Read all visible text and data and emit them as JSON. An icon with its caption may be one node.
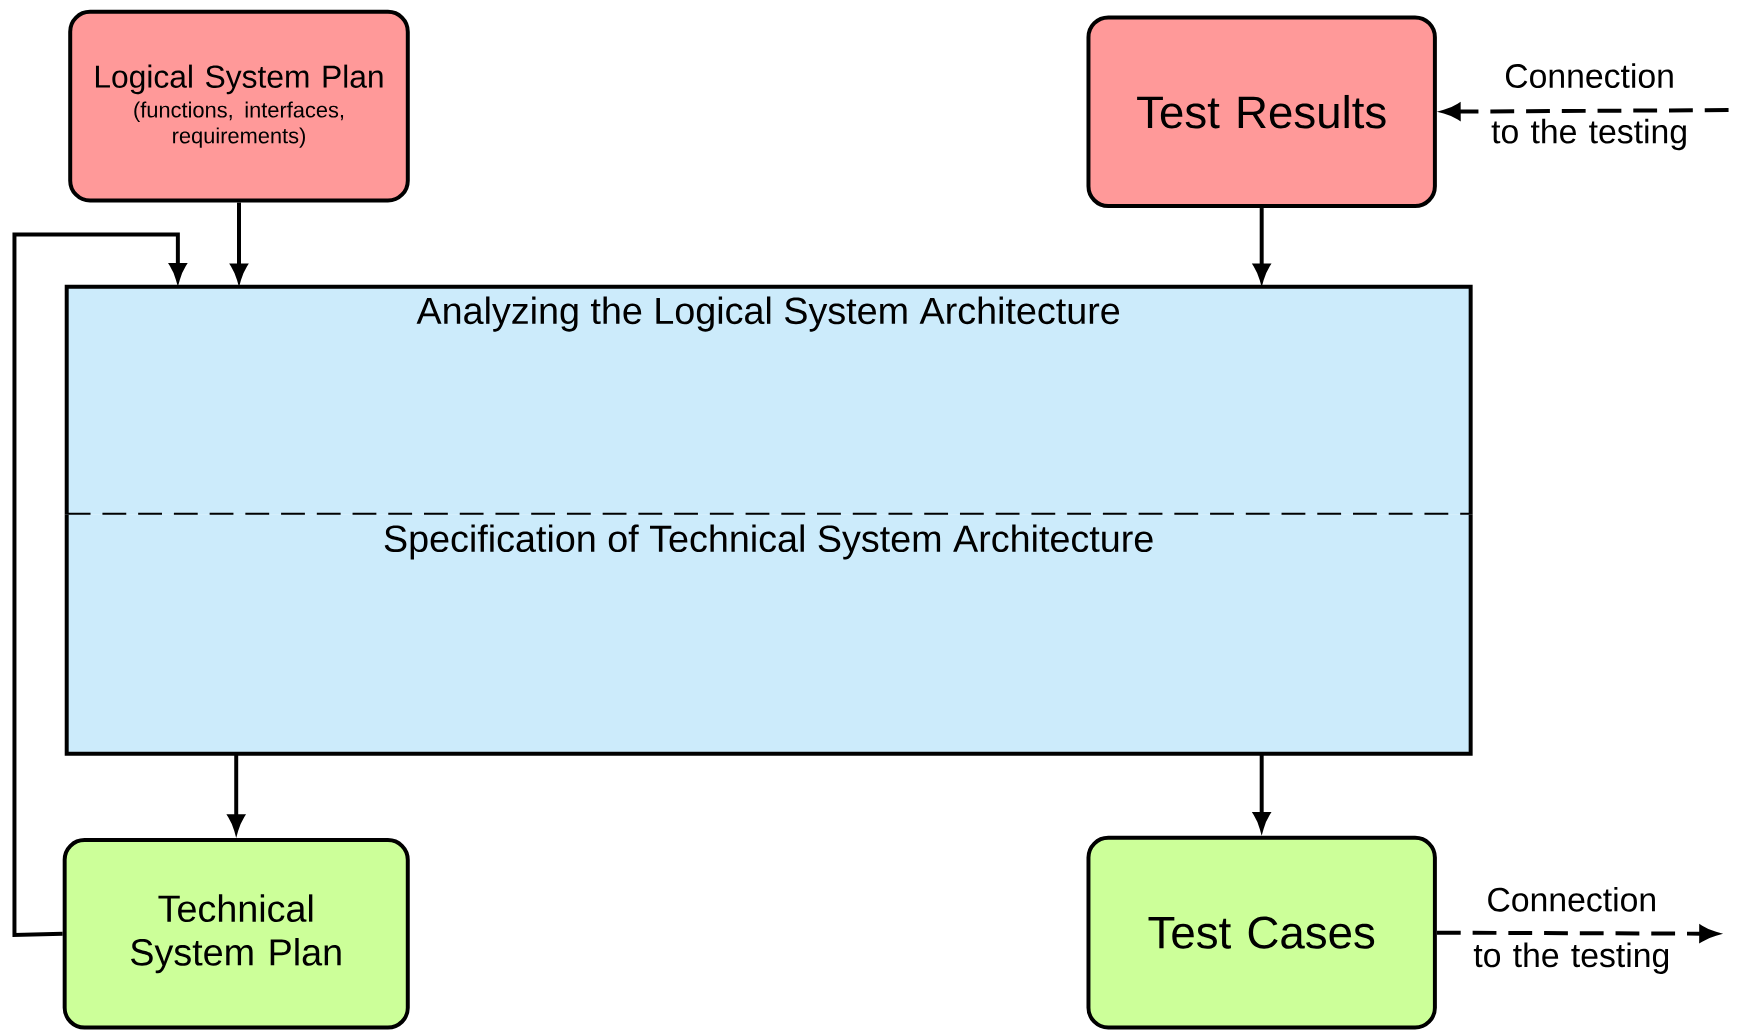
{
  "diagram": {
    "nodes": [
      {
        "text": [
          "Logical System Plan",
          "(functions, interfaces, requirements)"
        ]
      },
      {
        "text": [
          "Test Results"
        ]
      },
      {
        "text": [
          "Analyzing the Logical System Architecture"
        ]
      },
      {
        "text": [
          "Specification of Technical System Architecture"
        ]
      },
      {
        "text": [
          "Technical System Plan"
        ]
      },
      {
        "text": [
          "Test Cases"
        ]
      }
    ],
    "edges": [
      {
        "from": 0,
        "to": 2,
        "arrow": "to"
      },
      {
        "from": 4,
        "to": 2,
        "arrow": "to"
      },
      {
        "from": 1,
        "to": 2,
        "arrow": "to"
      },
      {
        "from": 3,
        "to": 4,
        "arrow": "to"
      },
      {
        "from": 3,
        "to": 5,
        "arrow": "to"
      },
      {
        "from": null,
        "to": 1,
        "arrow": "to",
        "style": "dashed",
        "label": "Connection to the testing"
      },
      {
        "from": 5,
        "to": null,
        "arrow": "to",
        "style": "dashed",
        "label": "Connection to the testing"
      }
    ]
  }
}
